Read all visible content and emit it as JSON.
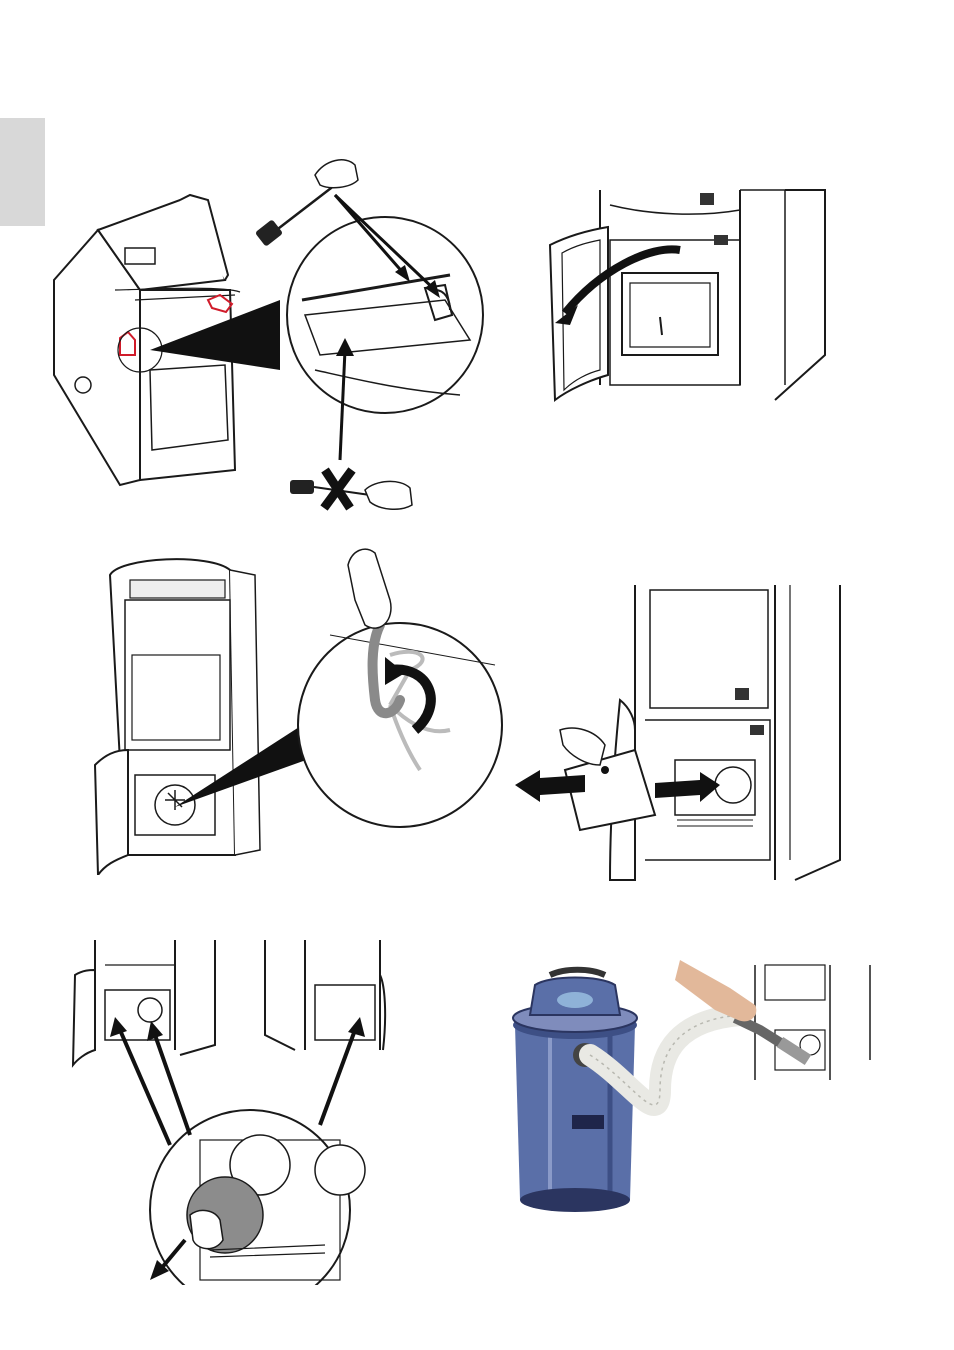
{
  "page": {
    "section_tab_color": "#d8d8d8"
  },
  "figures": [
    {
      "id": "fig1",
      "name": "top-access-brush-cleaning"
    },
    {
      "id": "fig2",
      "name": "open-firebox-door"
    },
    {
      "id": "fig3",
      "name": "turn-cleaning-lever"
    },
    {
      "id": "fig4",
      "name": "remove-inspection-panel"
    },
    {
      "id": "fig5",
      "name": "remove-side-covers"
    },
    {
      "id": "fig6",
      "name": "vacuum-ash-cleaner"
    }
  ],
  "colors": {
    "line": "#1a1a1a",
    "highlight": "#d01b2a",
    "vacuum_body": "#5a6fa8",
    "vacuum_dark": "#2b3560",
    "hose": "#e9e9e4",
    "hand": "#e2b89a",
    "lever": "#8a8a8a"
  },
  "icons": {
    "brush": "brush-icon",
    "hand": "hand-icon",
    "forbidden": "x-mark-icon",
    "rotate": "rotate-arrow-icon"
  }
}
